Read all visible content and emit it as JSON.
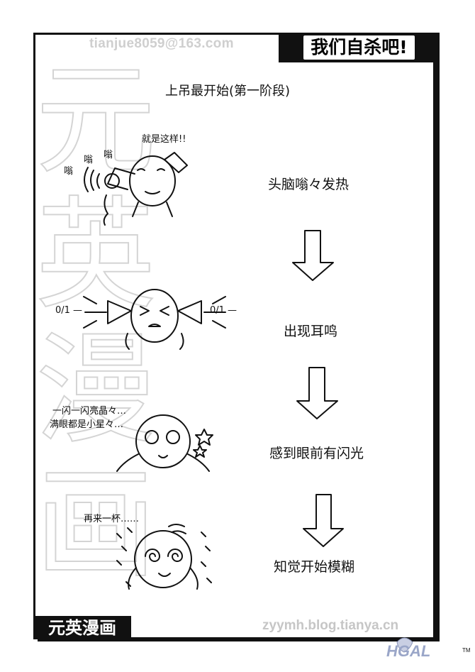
{
  "header": {
    "title": "我们自杀吧!",
    "email": "tianjue8059@163.com"
  },
  "watermark": {
    "chars": [
      "元",
      "英",
      "漫",
      "画"
    ]
  },
  "comic": {
    "subtitle": "上吊最开始(第一阶段)",
    "stages": [
      {
        "caption": "头脑嗡々发热"
      },
      {
        "caption": "出现耳鸣"
      },
      {
        "caption": "感到眼前有闪光"
      },
      {
        "caption": "知觉开始模糊"
      }
    ],
    "panel1": {
      "speech": "就是这样!!",
      "sound": [
        "嗡",
        "嗡",
        "嗡"
      ]
    },
    "panel2": {
      "sound_left": "0/1 —",
      "sound_right": "0/1 —"
    },
    "panel3": {
      "speech_line1": "一闪一闪亮晶々…",
      "speech_line2": "满眼都是小星々…"
    },
    "panel4": {
      "speech": "再来一杯……"
    }
  },
  "footer": {
    "logo": "元英漫画",
    "url": "zyymh.blog.tianya.cn",
    "badge": "HGAL",
    "tm": "TM"
  }
}
